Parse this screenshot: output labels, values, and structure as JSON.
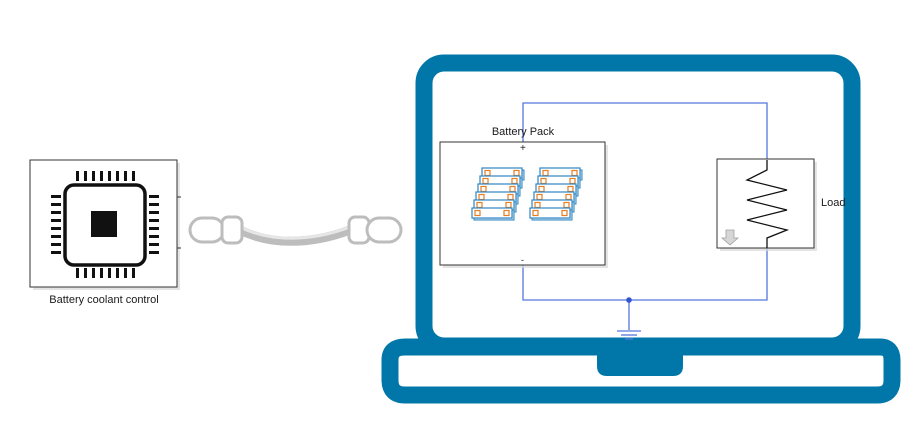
{
  "blocks": {
    "controller": {
      "label": "Battery coolant control"
    },
    "battery": {
      "label": "Battery Pack",
      "plus_symbol": "+",
      "minus_symbol": "-"
    },
    "load": {
      "label": "Load"
    }
  },
  "colors": {
    "laptop": "#0077A8",
    "wire": "#5577DD",
    "cable": "#BDBDBD",
    "cell": "#2E86C1",
    "cell_terminal": "#E67E22",
    "ink": "#111111"
  }
}
